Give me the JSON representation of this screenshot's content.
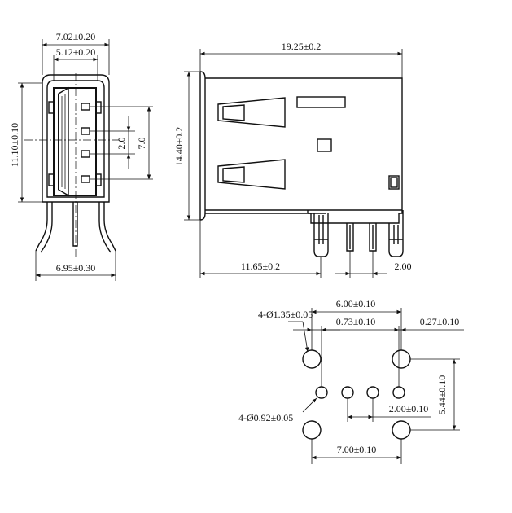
{
  "front_view": {
    "dim_outer_width": "7.02±0.20",
    "dim_inner_width": "5.12±0.20",
    "dim_height": "11.10±0.10",
    "dim_pin_pitch": "2.0",
    "dim_pin_span": "7.0",
    "dim_foot_width": "6.95±0.30"
  },
  "side_view": {
    "dim_length": "19.25±0.2",
    "dim_height": "14.40±0.2",
    "dim_to_pin": "11.65±0.2",
    "dim_pin_pitch": "2.00"
  },
  "footprint": {
    "dim_mount_pitch": "6.00±0.10",
    "dim_signal_offset": "0.73±0.10",
    "dim_edge_offset": "0.27±0.10",
    "dim_row_spacing": "5.44±0.10",
    "dim_signal_pitch": "2.00±0.10",
    "dim_mount_span": "7.00±0.10",
    "hole_large_label": "4-Ø1.35±0.05",
    "hole_small_label": "4-Ø0.92±0.05"
  }
}
